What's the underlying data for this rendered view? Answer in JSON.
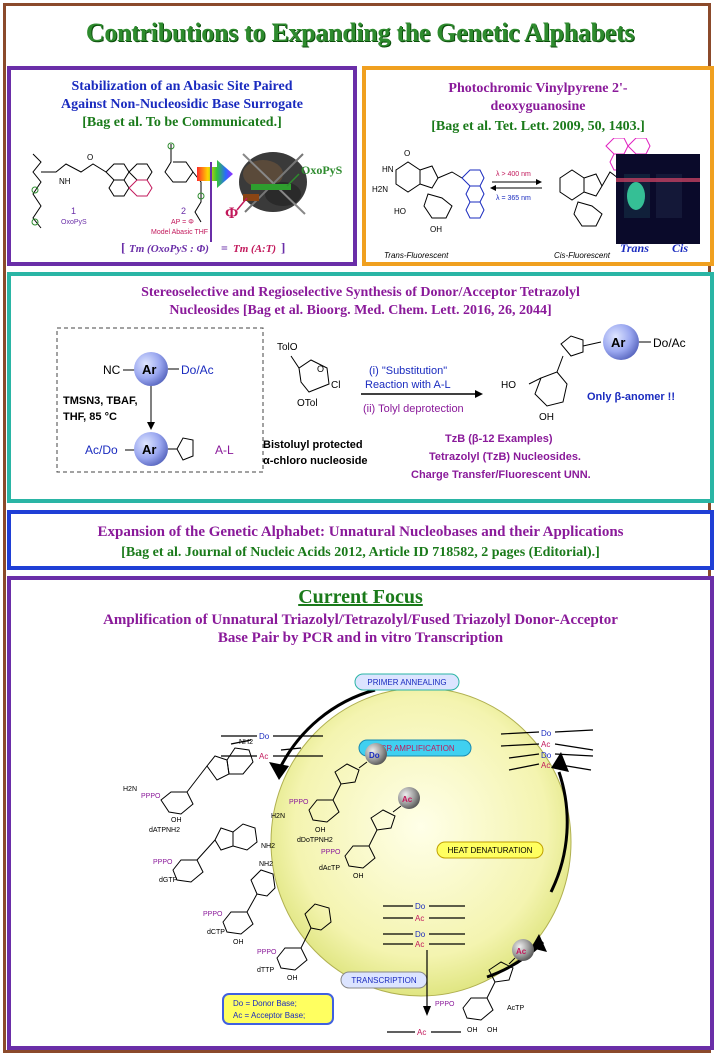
{
  "title": "Contributions to Expanding the Genetic Alphabets",
  "panel1": {
    "heading_line1": "Stabilization  of an Abasic Site  Paired",
    "heading_line2": "Against Non-Nucleosidic  Base Surrogate",
    "citation": "[Bag et al. To be Communicated.]",
    "label_1": "1",
    "label_oxopys_small": "OxoPyS",
    "label_2": "2",
    "label_ap": "AP = Φ",
    "model_label": "Model Abasic THF",
    "oxopys": "OxoPyS",
    "phi": "Φ",
    "tm_left": "Tm (OxoPyS : Φ)",
    "tm_eq": "=",
    "tm_right": "Tm (A:T)",
    "tm_bracket_open": "[",
    "tm_bracket_close": "]"
  },
  "panel2": {
    "heading_line1": "Photochromic Vinylpyrene 2'-",
    "heading_line2": "deoxyguanosine",
    "citation": "[Bag et al. Tet. Lett. 2009, 50, 1403.]",
    "arrow_top": "λ > 400 nm",
    "arrow_bottom": "λ = 365 nm",
    "trans_label": "Trans-Fluorescent",
    "cis_label": "Cis-Fluorescent",
    "photo_trans": "Trans",
    "photo_cis": "Cis",
    "atoms": {
      "o": "O",
      "hn": "HN",
      "h2n": "H2N",
      "n": "N",
      "ho": "HO",
      "oh": "OH"
    }
  },
  "panel3": {
    "heading_line1": "Stereoselective and Regioselective Synthesis of Donor/Acceptor Tetrazolyl",
    "heading_line2": "Nucleosides [Bag et al. Bioorg. Med. Chem. Lett. 2016, 26, 2044]",
    "nc": "NC",
    "ar": "Ar",
    "do_ac": "Do/Ac",
    "ac_do": "Ac/Do",
    "a_l": "A-L",
    "reagents_1": "TMSN3, TBAF,",
    "reagents_2": "THF, 85 °C",
    "tolo": "TolO",
    "otol": "OTol",
    "cl": "Cl",
    "o": "O",
    "bistoluyl_1": "Bistoluyl protected",
    "bistoluyl_2": "α-chloro nucleoside",
    "step1_a": "(i) \"Substitution\"",
    "step1_b": "Reaction with A-L",
    "step2": "(ii) Tolyl deprotection",
    "ho": "HO",
    "oh": "OH",
    "only_beta": "Only β-anomer !!",
    "examples": "TzB (β-12 Examples)",
    "tetrazolyl": "Tetrazolyl (TzB) Nucleosides.",
    "charge_transfer": "Charge Transfer/Fluorescent UNN."
  },
  "panel4": {
    "heading": "Expansion of the Genetic Alphabet: Unnatural Nucleobases and their Applications",
    "citation": "[Bag et al. Journal of Nucleic Acids 2012, Article ID 718582, 2 pages (Editorial).]"
  },
  "panel5": {
    "focus": "Current Focus",
    "line1": "Amplification of Unnatural Triazolyl/Tetrazolyl/Fused Triazolyl Donor-Acceptor",
    "line2": "Base Pair by PCR and in vitro Transcription",
    "primer": "PRIMER ANNEALING",
    "pcr": "PCR AMPLIFICATION",
    "heat": "HEAT  DENATURATION",
    "transcription": "TRANSCRIPTION",
    "do": "Do",
    "ac": "Ac",
    "datp": "dATPNH2",
    "ddotp": "dDoTPNH2",
    "dactp": "dAcTP",
    "dgtp": "dGTP",
    "dctp": "dCTP",
    "dttp": "dTTP",
    "actp": "AcTP",
    "pppo": "PPPO",
    "h2n": "H2N",
    "nh2": "NH2",
    "oh": "OH",
    "legend_do": "Do = Donor Base;",
    "legend_ac": "Ac = Acceptor Base;"
  }
}
